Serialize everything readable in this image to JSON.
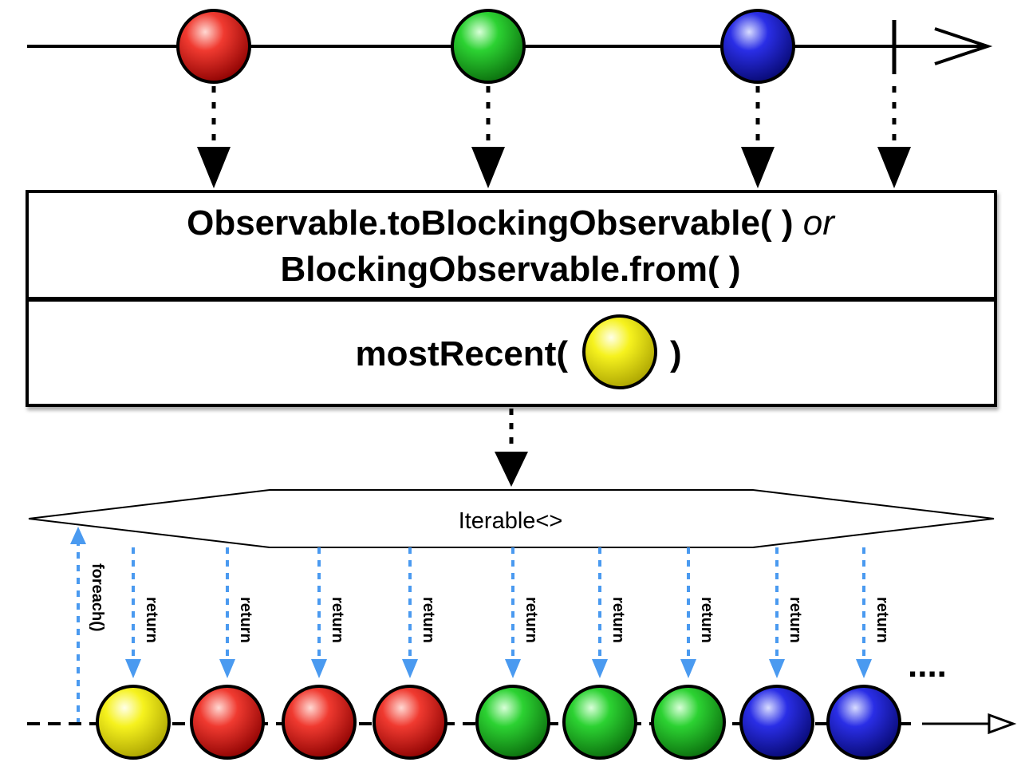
{
  "operator": {
    "line1": "Observable.toBlockingObservable( ) ",
    "line1_or": "or",
    "line2": "BlockingObservable.from( )",
    "call_open": "mostRecent(",
    "call_close": ")"
  },
  "iterable_label": "Iterable<>",
  "foreach_label": "foreach()",
  "return_label": "return",
  "ellipsis": "....",
  "colors": {
    "red": "#e8201a",
    "green": "#22c92a",
    "blue": "#2428d8",
    "yellow": "#f4f01a",
    "arrow_blue": "#4a9af0"
  },
  "source_items": [
    "red",
    "green",
    "blue"
  ],
  "output_items": [
    "yellow",
    "red",
    "red",
    "red",
    "green",
    "green",
    "green",
    "blue",
    "blue"
  ]
}
